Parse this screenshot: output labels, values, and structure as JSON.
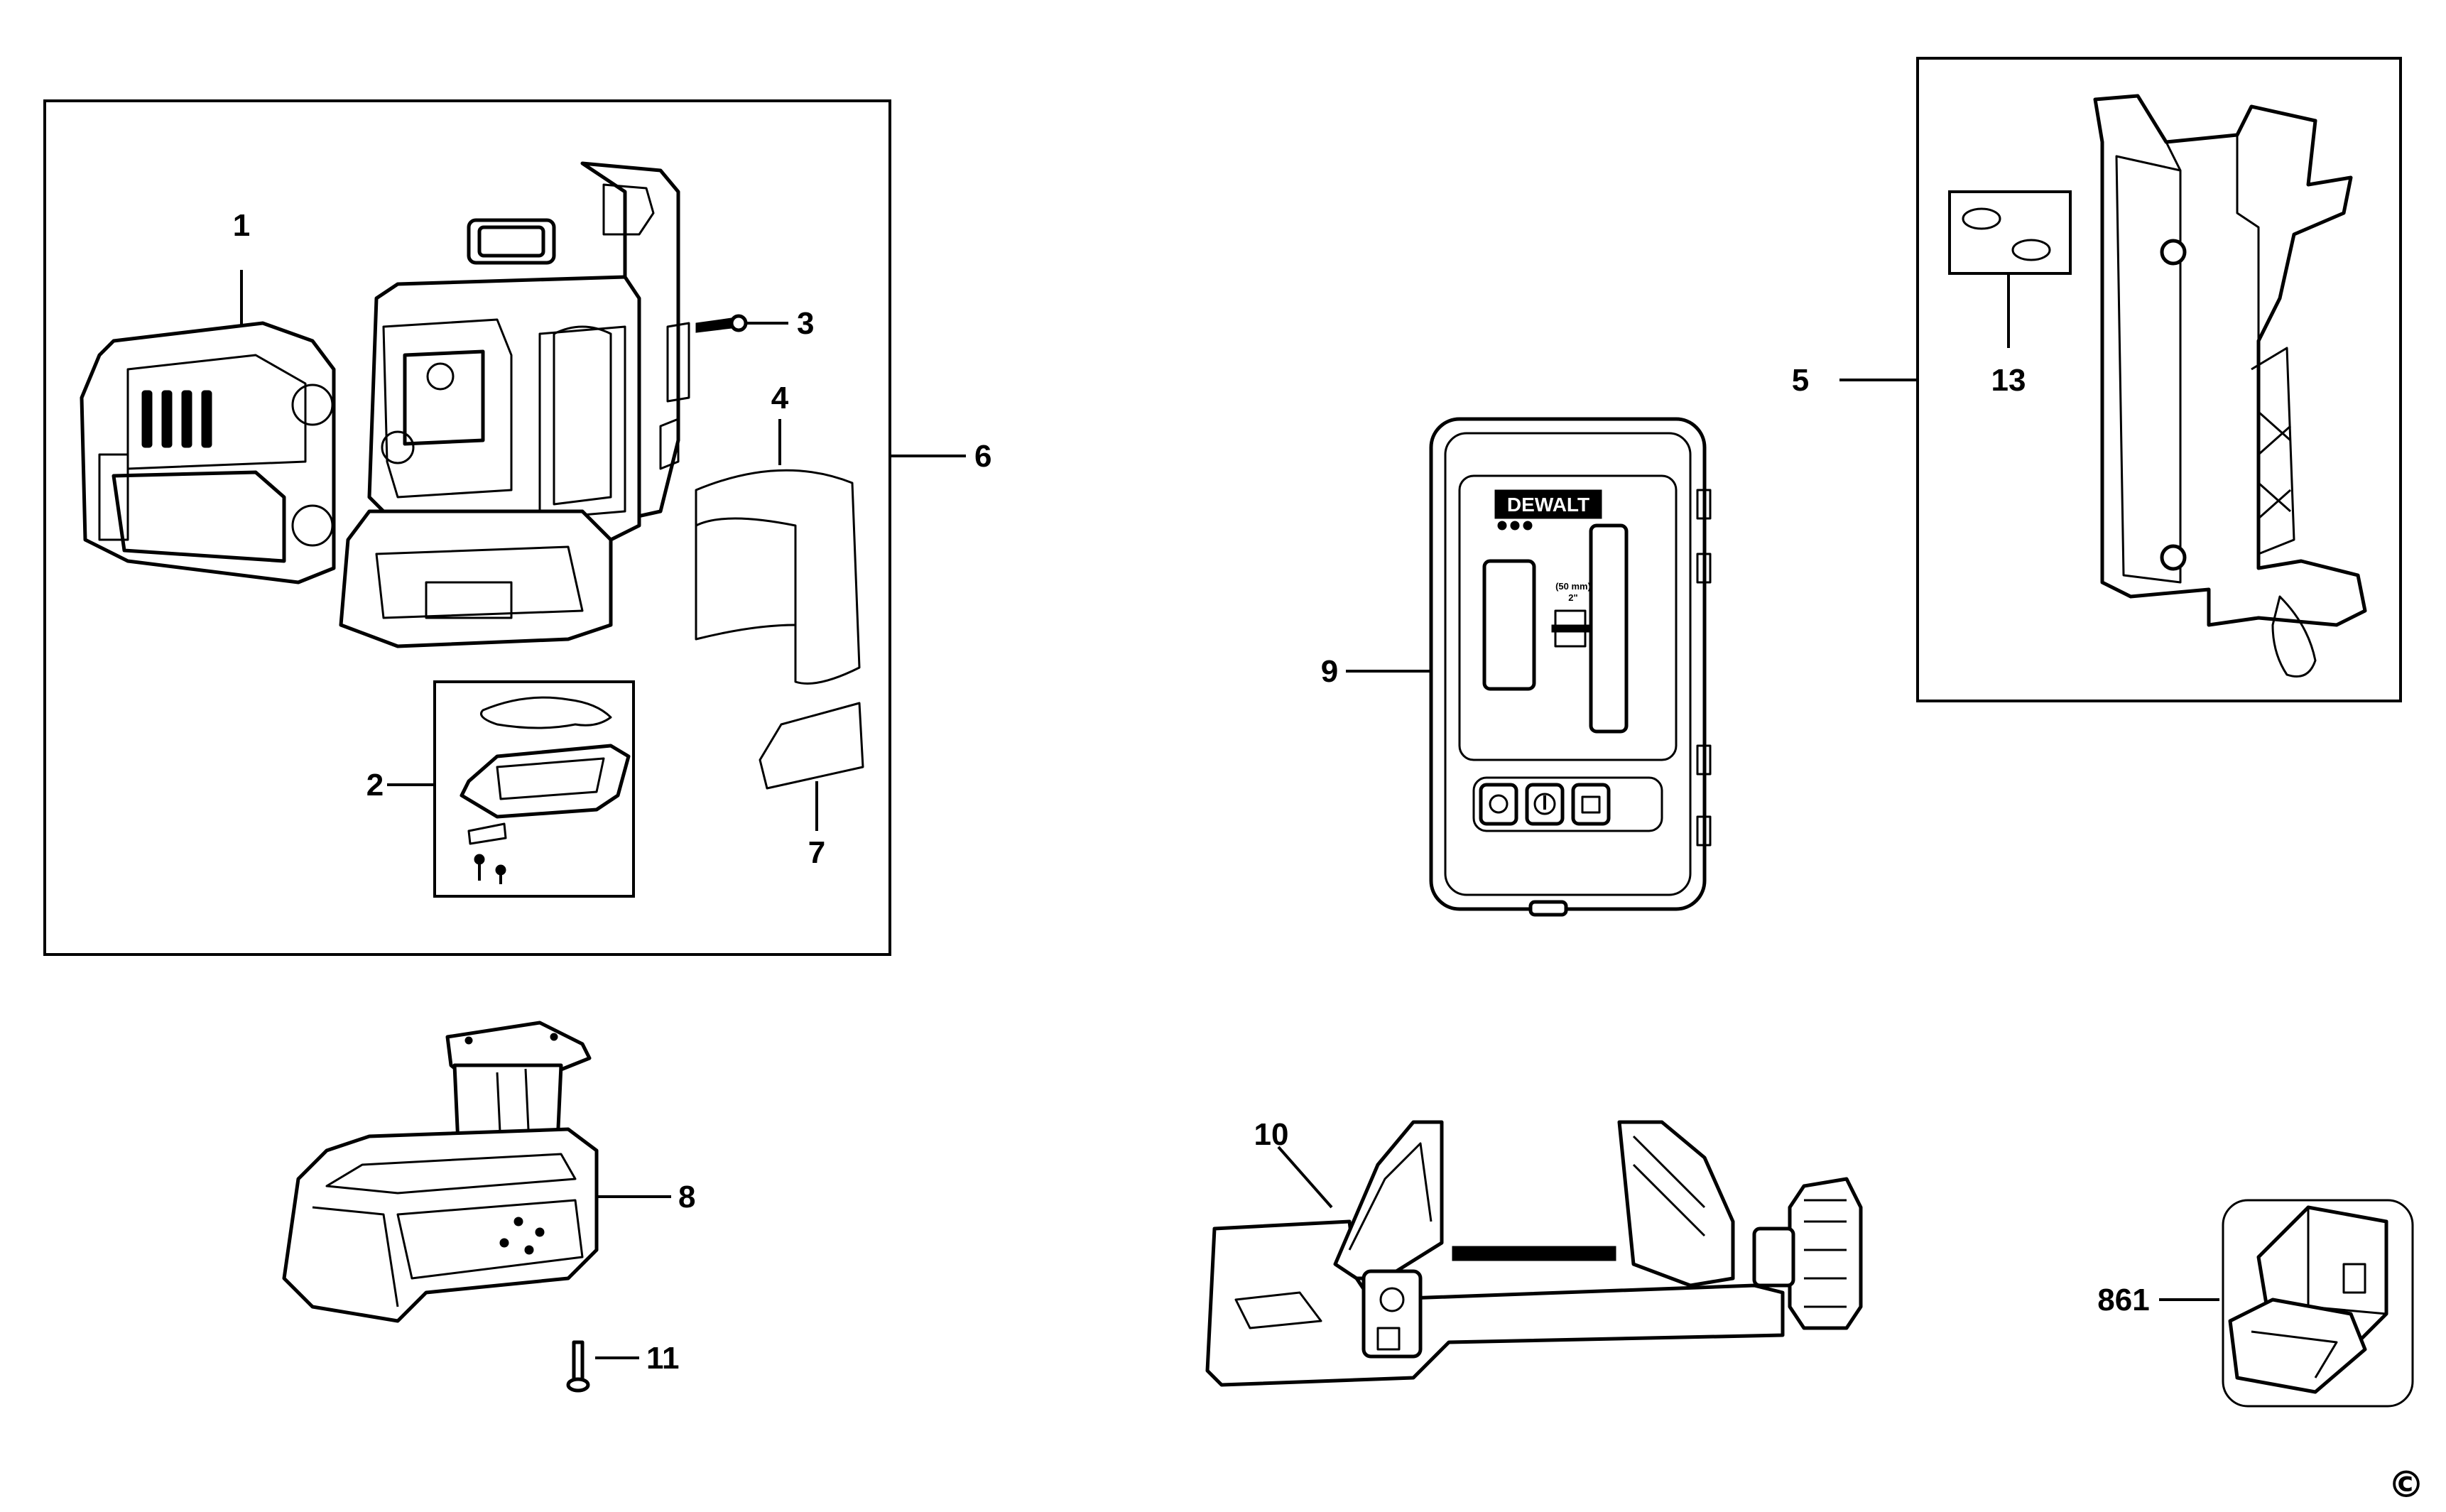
{
  "labels": {
    "p1": "1",
    "p2": "2",
    "p3": "3",
    "p4": "4",
    "p5": "5",
    "p6": "6",
    "p7": "7",
    "p8": "8",
    "p9": "9",
    "p10": "10",
    "p11": "11",
    "p13": "13",
    "p861": "861"
  },
  "detector": {
    "brand": "DEWALT",
    "mark_mm": "(50 mm)",
    "mark_in": "2\""
  },
  "copyright": "©"
}
